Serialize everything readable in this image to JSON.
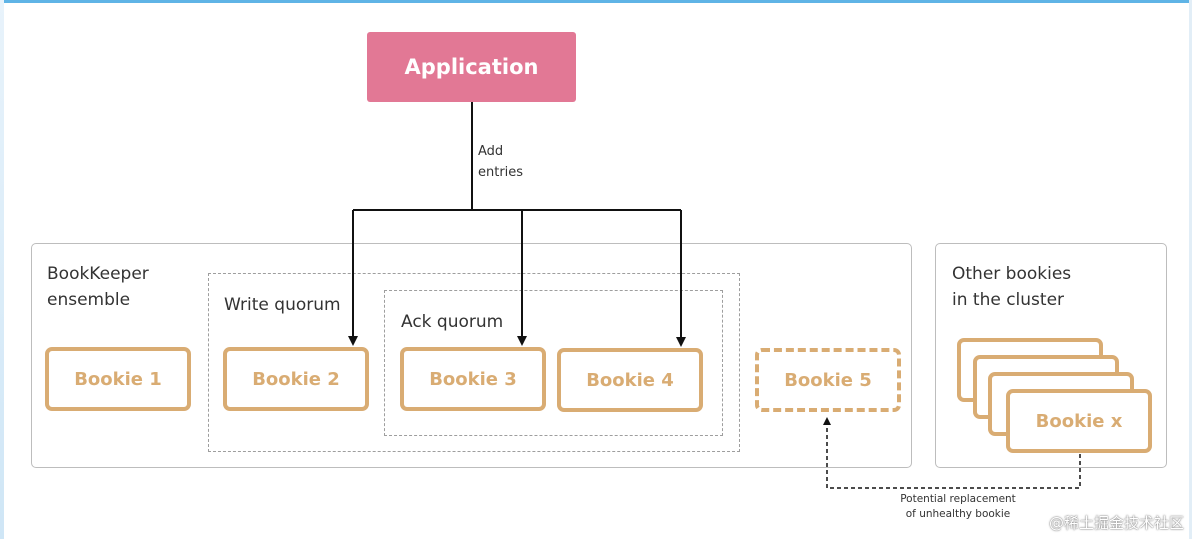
{
  "application": {
    "label": "Application"
  },
  "edge_label": {
    "line1": "Add",
    "line2": "entries"
  },
  "ensemble": {
    "line1": "BookKeeper",
    "line2": "ensemble"
  },
  "write_quorum": {
    "label": "Write quorum"
  },
  "ack_quorum": {
    "label": "Ack quorum"
  },
  "bookies": [
    "Bookie 1",
    "Bookie 2",
    "Bookie 3",
    "Bookie 4",
    "Bookie 5"
  ],
  "cluster": {
    "line1": "Other bookies",
    "line2": "in the cluster",
    "bookie_label": "Bookie x"
  },
  "replacement_note": {
    "line1": "Potential replacement",
    "line2": "of unhealthy bookie"
  },
  "watermark": {
    "text": "@稀土掘金技术社区"
  },
  "colors": {
    "app": "#e27895",
    "bookie": "#d9ac73",
    "line": "#111111",
    "panel_border": "#bdbdbd"
  }
}
